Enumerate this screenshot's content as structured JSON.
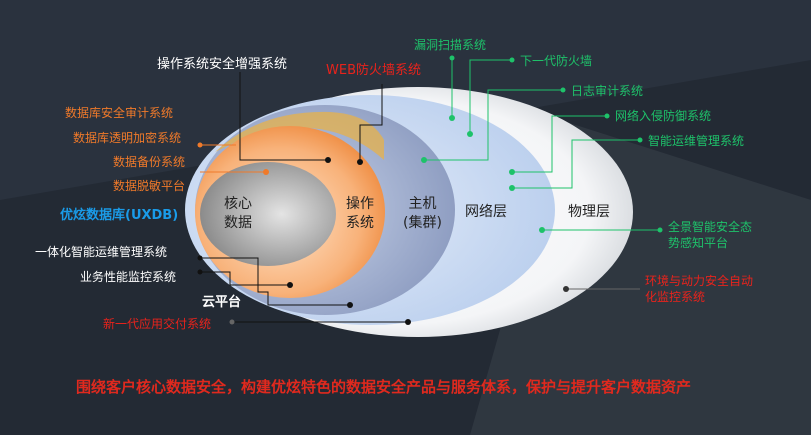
{
  "layers": {
    "core": "核心\n数据",
    "os": "操作\n系统",
    "host": "主机\n(集群)",
    "network": "网络层",
    "physical": "物理层"
  },
  "brand": "优炫数据库(UXDB)",
  "cloud": "云平台",
  "left_items": {
    "os_enhance": "操作系统安全增强系统",
    "db_audit": "数据库安全审计系统",
    "db_encrypt": "数据库透明加密系统",
    "db_backup": "数据备份系统",
    "db_mask": "数据脱敏平台",
    "ops_mgmt": "一体化智能运维管理系统",
    "perf_monitor": "业务性能监控系统",
    "app_delivery": "新一代应用交付系统"
  },
  "right_items": {
    "waf": "WEB防火墙系统",
    "vuln_scan": "漏洞扫描系统",
    "ngfw": "下一代防火墙",
    "log_audit": "日志审计系统",
    "ips": "网络入侵防御系统",
    "smart_ops": "智能运维管理系统",
    "situation": "全景智能安全态\n势感知平台",
    "env_monitor": "环境与动力安全自动\n化监控系统"
  },
  "footer": "围绕客户核心数据安全，构建优炫特色的数据安全产品与服务体系，保护与提升客户数据资产",
  "colors": {
    "background": "#232a34",
    "orange": "#f07a2a",
    "green": "#1ec26a",
    "red": "#e8231c",
    "blue": "#1a9be8"
  }
}
